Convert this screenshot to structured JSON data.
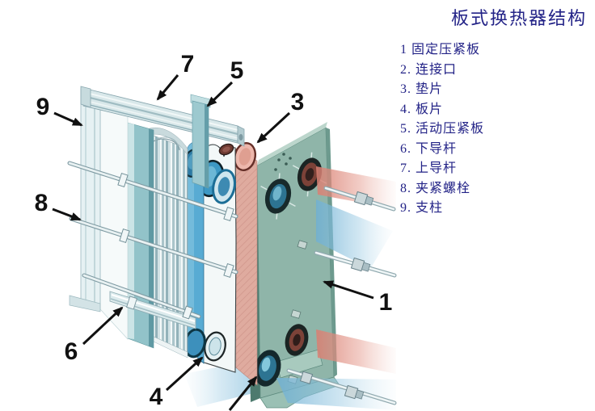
{
  "title": "板式换热器结构",
  "legend": {
    "items": [
      {
        "text": "1 固定压紧板"
      },
      {
        "text": "2. 连接口"
      },
      {
        "text": "3. 垫片"
      },
      {
        "text": "4. 板片"
      },
      {
        "text": "5. 活动压紧板"
      },
      {
        "text": "6. 下导杆"
      },
      {
        "text": "7. 上导杆"
      },
      {
        "text": "8. 夹紧螺栓"
      },
      {
        "text": "9. 支柱"
      }
    ]
  },
  "callouts": [
    {
      "num": "9"
    },
    {
      "num": "7"
    },
    {
      "num": "5"
    },
    {
      "num": "3"
    },
    {
      "num": "8"
    },
    {
      "num": "6"
    },
    {
      "num": "4"
    },
    {
      "num": "1"
    }
  ],
  "colors": {
    "title_text": "#232387",
    "legend_text": "#232387",
    "callout_text": "#111111",
    "stream_hot_red": "#dd8478",
    "stream_cold_blue": "#7ab4d6",
    "fixed_plate_green": "#8fb5a9",
    "movable_plate_teal": "#92c3c9",
    "frame_metal": "#e6f1f3",
    "plate_blue": "#58abd3",
    "plate_pink": "#dfab9f",
    "background": "#ffffff"
  }
}
